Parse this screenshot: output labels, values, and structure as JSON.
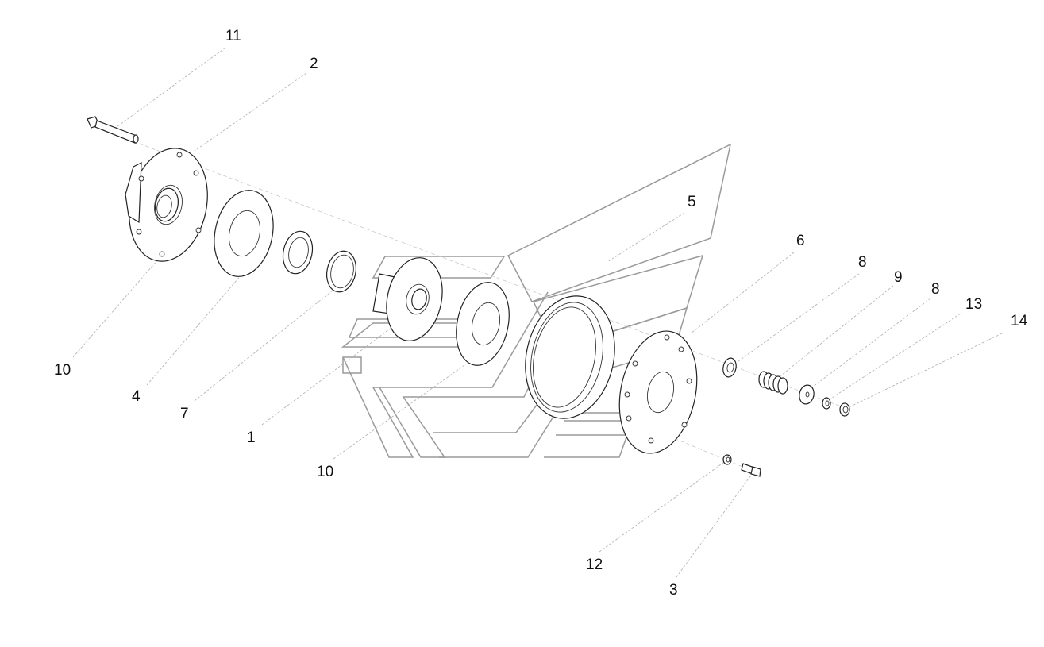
{
  "callouts": [
    {
      "id": "c11",
      "label": "11"
    },
    {
      "id": "c2",
      "label": "2"
    },
    {
      "id": "c5",
      "label": "5"
    },
    {
      "id": "c6",
      "label": "6"
    },
    {
      "id": "c8a",
      "label": "8"
    },
    {
      "id": "c9",
      "label": "9"
    },
    {
      "id": "c8b",
      "label": "8"
    },
    {
      "id": "c13",
      "label": "13"
    },
    {
      "id": "c14",
      "label": "14"
    },
    {
      "id": "c10a",
      "label": "10"
    },
    {
      "id": "c4",
      "label": "4"
    },
    {
      "id": "c7",
      "label": "7"
    },
    {
      "id": "c1",
      "label": "1"
    },
    {
      "id": "c10b",
      "label": "10"
    },
    {
      "id": "c12",
      "label": "12"
    },
    {
      "id": "c3",
      "label": "3"
    }
  ]
}
